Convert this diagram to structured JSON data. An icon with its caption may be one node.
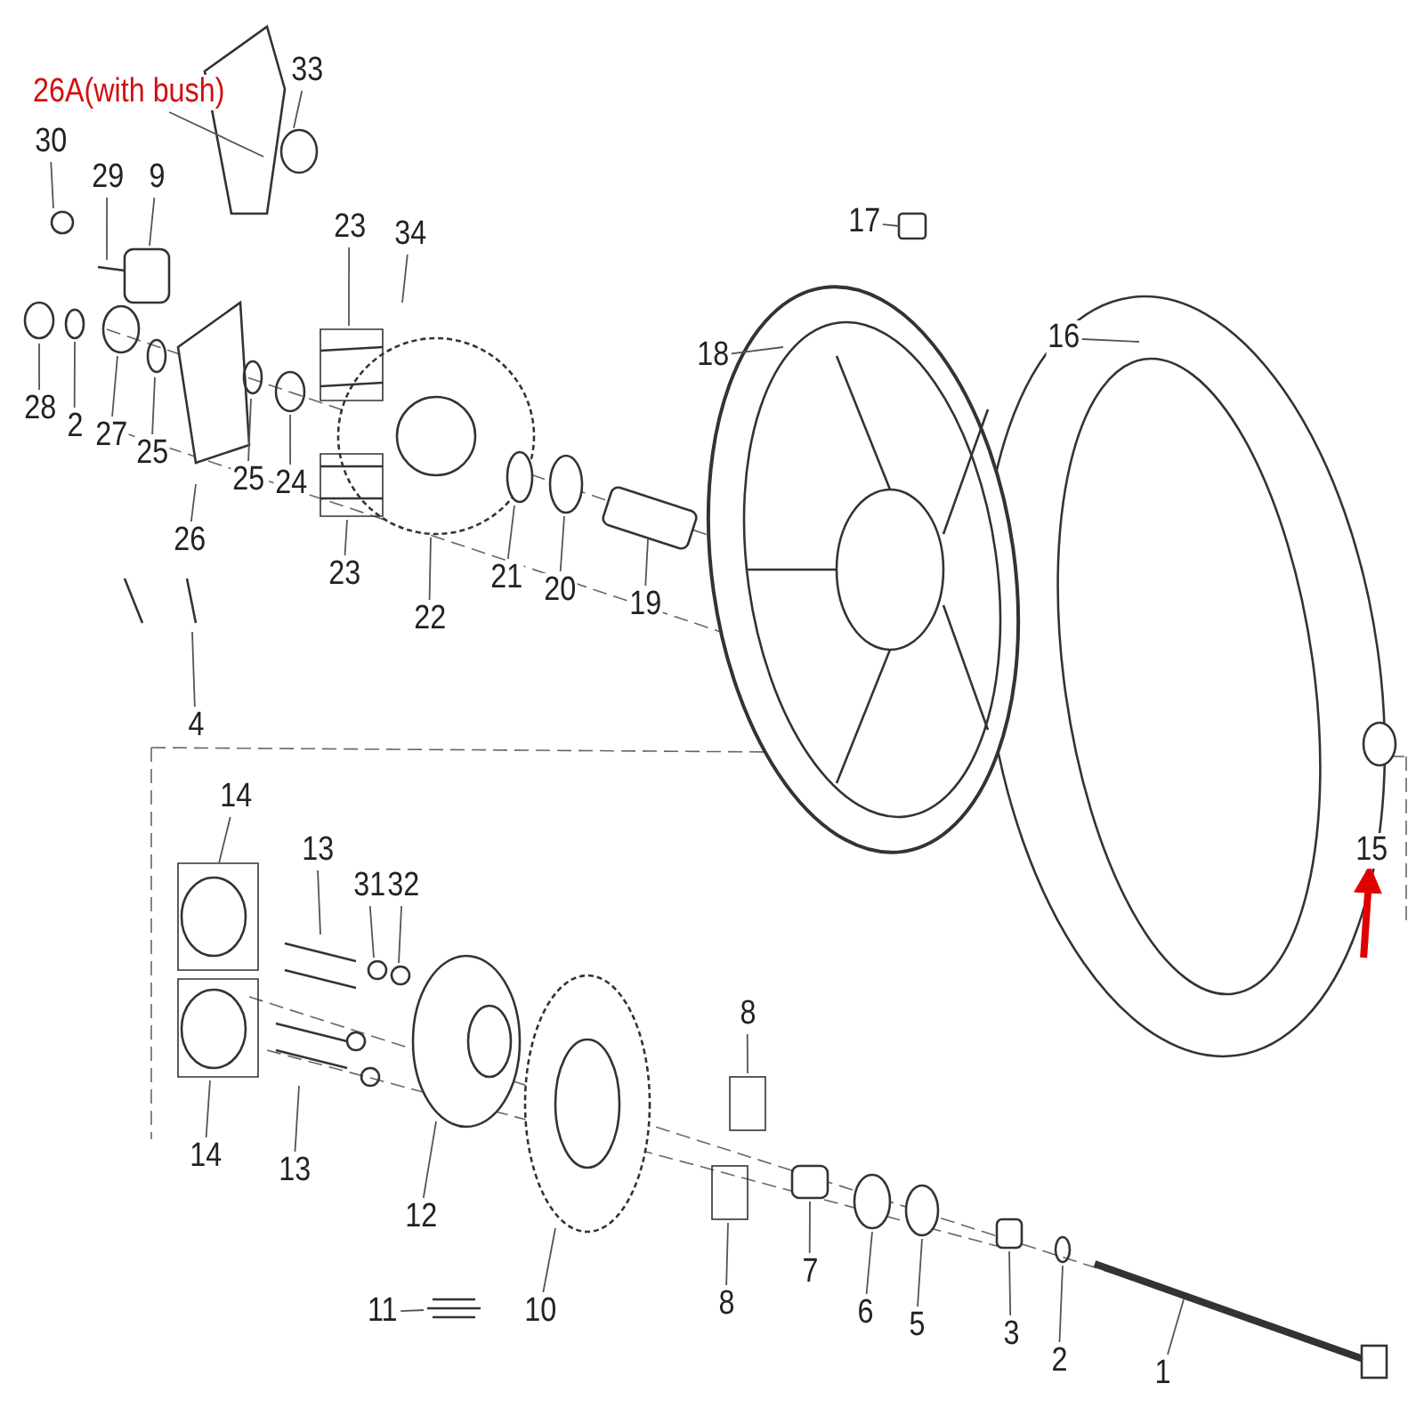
{
  "diagram": {
    "nodes": [
      {
        "text": [
          "26A(with bush)"
        ]
      },
      {
        "text": [
          "33"
        ]
      },
      {
        "text": [
          "30"
        ]
      },
      {
        "text": [
          "29"
        ]
      },
      {
        "text": [
          "9"
        ]
      },
      {
        "text": [
          "17"
        ]
      },
      {
        "text": [
          "23"
        ]
      },
      {
        "text": [
          "34"
        ]
      },
      {
        "text": [
          "18"
        ]
      },
      {
        "text": [
          "16"
        ]
      },
      {
        "text": [
          "28"
        ]
      },
      {
        "text": [
          "2"
        ]
      },
      {
        "text": [
          "27"
        ]
      },
      {
        "text": [
          "25"
        ]
      },
      {
        "text": [
          "26"
        ]
      },
      {
        "text": [
          "25"
        ]
      },
      {
        "text": [
          "24"
        ]
      },
      {
        "text": [
          "23"
        ]
      },
      {
        "text": [
          "22"
        ]
      },
      {
        "text": [
          "21"
        ]
      },
      {
        "text": [
          "20"
        ]
      },
      {
        "text": [
          "19"
        ]
      },
      {
        "text": [
          "4"
        ]
      },
      {
        "text": [
          "14"
        ]
      },
      {
        "text": [
          "13"
        ]
      },
      {
        "text": [
          "31"
        ]
      },
      {
        "text": [
          "32"
        ]
      },
      {
        "text": [
          "15"
        ]
      },
      {
        "text": [
          "8"
        ]
      },
      {
        "text": [
          "14"
        ]
      },
      {
        "text": [
          "13"
        ]
      },
      {
        "text": [
          "12"
        ]
      },
      {
        "text": [
          "7"
        ]
      },
      {
        "text": [
          "6"
        ]
      },
      {
        "text": [
          "5"
        ]
      },
      {
        "text": [
          "8"
        ]
      },
      {
        "text": [
          "3"
        ]
      },
      {
        "text": [
          "2"
        ]
      },
      {
        "text": [
          "11"
        ]
      },
      {
        "text": [
          "10"
        ]
      },
      {
        "text": [
          "1"
        ]
      }
    ],
    "edges": [
      {
        "from": 0,
        "to": null,
        "arrow": "none"
      },
      {
        "from": 1,
        "to": null,
        "arrow": "none"
      },
      {
        "from": 2,
        "to": null,
        "arrow": "none"
      },
      {
        "from": 3,
        "to": null,
        "arrow": "none"
      },
      {
        "from": 4,
        "to": null,
        "arrow": "none"
      },
      {
        "from": 5,
        "to": null,
        "arrow": "none"
      },
      {
        "from": 6,
        "to": null,
        "arrow": "none"
      },
      {
        "from": 7,
        "to": null,
        "arrow": "none"
      },
      {
        "from": 8,
        "to": null,
        "arrow": "none"
      },
      {
        "from": 9,
        "to": null,
        "arrow": "none"
      },
      {
        "from": 10,
        "to": null,
        "arrow": "none"
      },
      {
        "from": 11,
        "to": null,
        "arrow": "none"
      },
      {
        "from": 12,
        "to": null,
        "arrow": "none"
      },
      {
        "from": 13,
        "to": null,
        "arrow": "none"
      },
      {
        "from": 14,
        "to": null,
        "arrow": "none"
      },
      {
        "from": 15,
        "to": null,
        "arrow": "none"
      },
      {
        "from": 16,
        "to": null,
        "arrow": "none"
      },
      {
        "from": 17,
        "to": null,
        "arrow": "none"
      },
      {
        "from": 18,
        "to": null,
        "arrow": "none"
      },
      {
        "from": 19,
        "to": null,
        "arrow": "none"
      },
      {
        "from": 20,
        "to": null,
        "arrow": "none"
      },
      {
        "from": 21,
        "to": null,
        "arrow": "none"
      },
      {
        "from": 22,
        "to": null,
        "arrow": "none"
      },
      {
        "from": 23,
        "to": null,
        "arrow": "none"
      },
      {
        "from": 24,
        "to": null,
        "arrow": "none"
      },
      {
        "from": 25,
        "to": null,
        "arrow": "none"
      },
      {
        "from": 26,
        "to": null,
        "arrow": "none"
      },
      {
        "from": null,
        "to": 27,
        "arrow": "to",
        "style": "thick",
        "color": "#e00000"
      },
      {
        "from": 28,
        "to": null,
        "arrow": "none"
      },
      {
        "from": 29,
        "to": null,
        "arrow": "none"
      },
      {
        "from": 30,
        "to": null,
        "arrow": "none"
      },
      {
        "from": 31,
        "to": null,
        "arrow": "none"
      },
      {
        "from": 32,
        "to": null,
        "arrow": "none"
      },
      {
        "from": 33,
        "to": null,
        "arrow": "none"
      },
      {
        "from": 34,
        "to": null,
        "arrow": "none"
      },
      {
        "from": 35,
        "to": null,
        "arrow": "none"
      },
      {
        "from": 36,
        "to": null,
        "arrow": "none"
      },
      {
        "from": 37,
        "to": null,
        "arrow": "none"
      },
      {
        "from": 38,
        "to": null,
        "arrow": "none"
      },
      {
        "from": 39,
        "to": null,
        "arrow": "none"
      },
      {
        "from": 40,
        "to": null,
        "arrow": "none"
      }
    ]
  }
}
